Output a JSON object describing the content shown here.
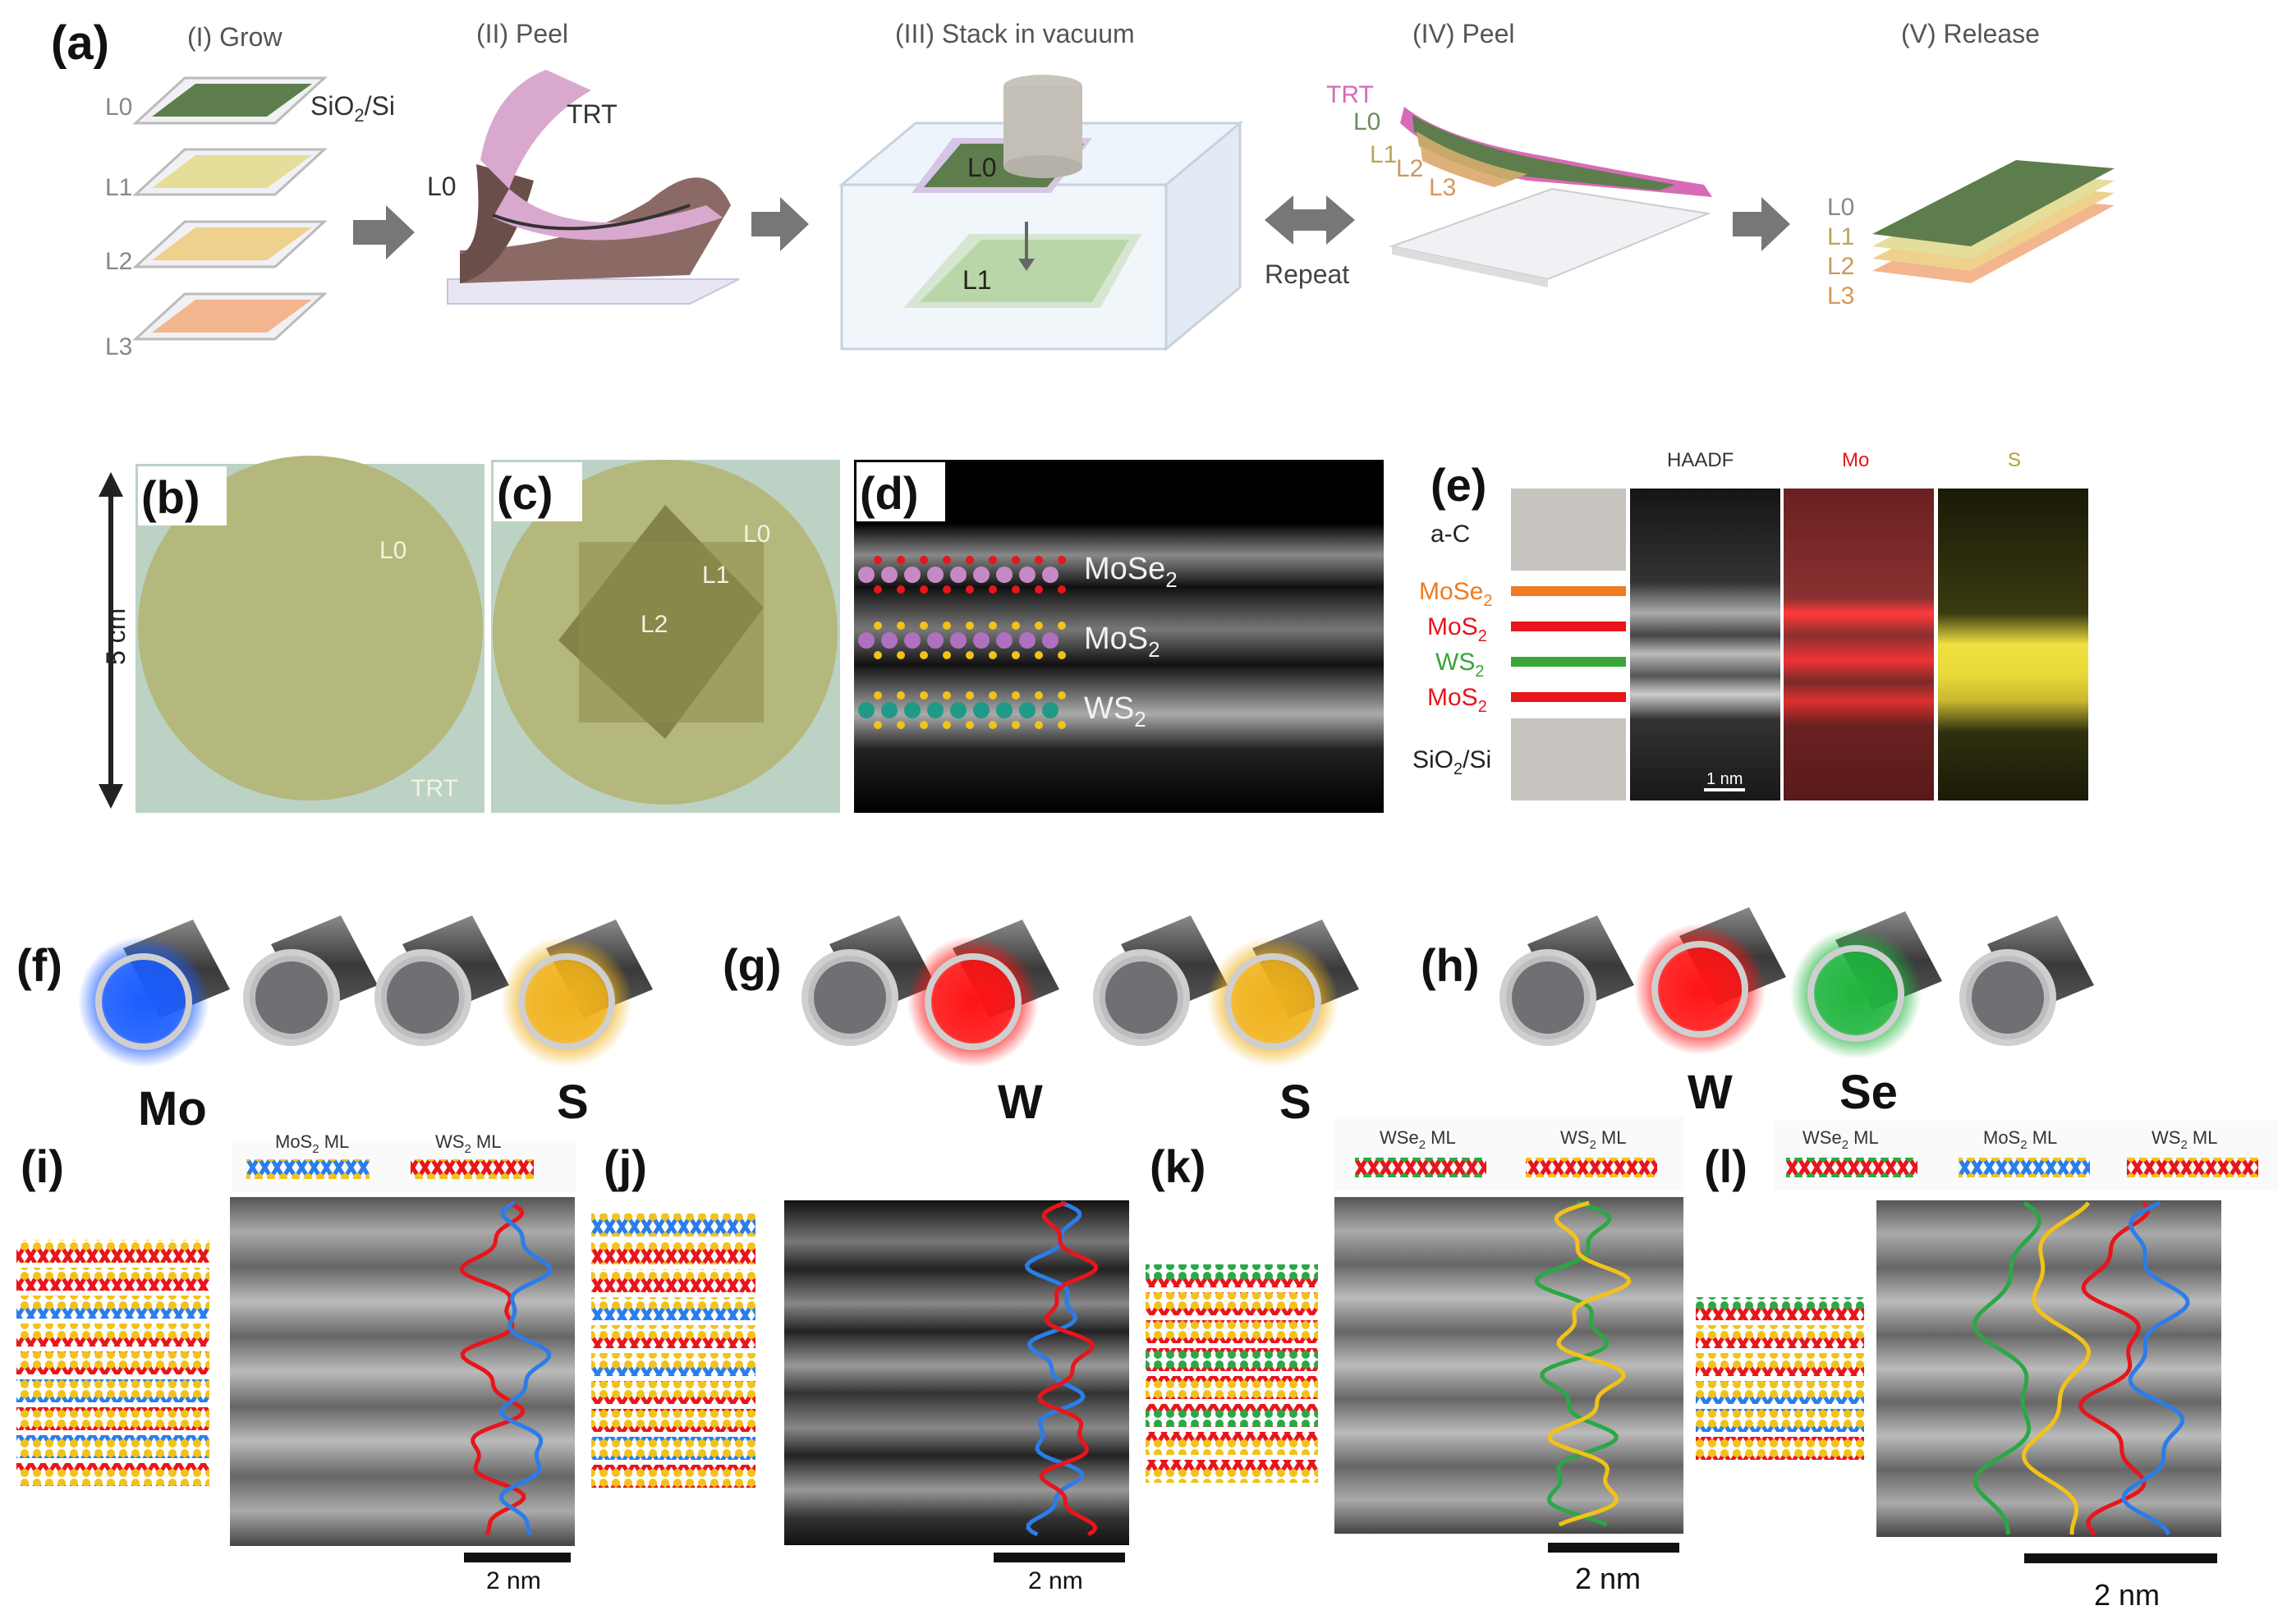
{
  "panels": {
    "a": {
      "label": "(a)",
      "steps": [
        "(I) Grow",
        "(II) Peel",
        "(III) Stack in vacuum",
        "(IV) Peel",
        "(V) Release"
      ],
      "layers": [
        "L0",
        "L1",
        "L2",
        "L3"
      ],
      "substrate_main": "SiO",
      "substrate_sub": "2",
      "substrate_tail": "/Si",
      "trt": "TRT",
      "repeat": "Repeat"
    },
    "b": {
      "label": "(b)",
      "l0": "L0",
      "trt": "TRT",
      "scale": "5 cm"
    },
    "c": {
      "label": "(c)",
      "l0": "L0",
      "l1": "L1",
      "l2": "L2"
    },
    "d": {
      "label": "(d)",
      "layers": [
        {
          "main": "MoSe",
          "sub": "2"
        },
        {
          "main": "MoS",
          "sub": "2"
        },
        {
          "main": "WS",
          "sub": "2"
        }
      ]
    },
    "e": {
      "label": "(e)",
      "columns": [
        "HAADF",
        "Mo",
        "S"
      ],
      "top": "a-C",
      "layers": [
        {
          "main": "MoSe",
          "sub": "2",
          "color": "#f07a22"
        },
        {
          "main": "MoS",
          "sub": "2",
          "color": "#e8151b"
        },
        {
          "main": "WS",
          "sub": "2",
          "color": "#3aa53a"
        },
        {
          "main": "MoS",
          "sub": "2",
          "color": "#e8151b"
        }
      ],
      "bottom_main": "SiO",
      "bottom_sub": "2",
      "bottom_tail": "/Si",
      "scale": "1 nm"
    },
    "f": {
      "label": "(f)",
      "elem1": "Mo",
      "elem2": "S",
      "glow": [
        "#1a5cff",
        "#f0b21c"
      ]
    },
    "g": {
      "label": "(g)",
      "elem1": "W",
      "elem2": "S",
      "glow": [
        "#ff1414",
        "#f0b21c"
      ]
    },
    "h": {
      "label": "(h)",
      "elem1": "W",
      "elem2": "Se",
      "glow": [
        "#ff1414",
        "#1fb53e"
      ]
    },
    "i": {
      "label": "(i)",
      "strips": [
        {
          "main": "MoS",
          "sub": "2",
          "tail": " ML"
        },
        {
          "main": "WS",
          "sub": "2",
          "tail": " ML"
        }
      ],
      "scale": "2 nm"
    },
    "j": {
      "label": "(j)",
      "scale": "2 nm"
    },
    "k": {
      "label": "(k)",
      "strips": [
        {
          "main": "WSe",
          "sub": "2",
          "tail": " ML"
        },
        {
          "main": "WS",
          "sub": "2",
          "tail": " ML"
        }
      ],
      "scale": "2 nm"
    },
    "l": {
      "label": "(l)",
      "strips": [
        {
          "main": "WSe",
          "sub": "2",
          "tail": " ML"
        },
        {
          "main": "MoS",
          "sub": "2",
          "tail": " ML"
        },
        {
          "main": "WS",
          "sub": "2",
          "tail": " ML"
        }
      ],
      "scale": "2 nm"
    }
  },
  "colors": {
    "mo": "#2b7de9",
    "w": "#e8151b",
    "s": "#f2c21a",
    "se": "#2aa845",
    "green_layer": "#5e7d4c"
  }
}
